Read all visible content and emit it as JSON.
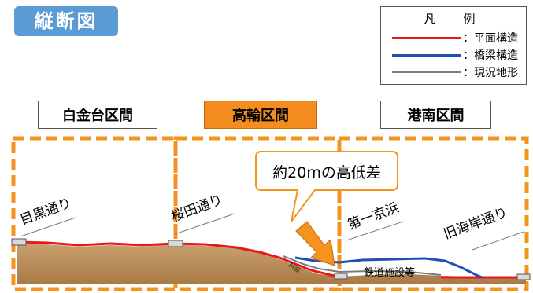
{
  "title": "縦断図",
  "legend": {
    "heading": "凡　例",
    "items": [
      {
        "label": "：平面構造",
        "color": "#e8171b"
      },
      {
        "label": "：橋梁構造",
        "color": "#1f4fb5"
      },
      {
        "label": "：現況地形",
        "color": "#7a7a7a"
      }
    ]
  },
  "sections": [
    {
      "label": "白金台区間",
      "active": false
    },
    {
      "label": "高輪区間",
      "active": true
    },
    {
      "label": "港南区間",
      "active": false
    }
  ],
  "callout": "約20mの高低差",
  "landmarks": {
    "meguro": "目黒通り",
    "sakurada": "桜田通り",
    "daiichi_keihin": "第一京浜",
    "kyu_kaigan": "旧海岸通り"
  },
  "facility_label": "鉄道施設等",
  "slope_label": "斜面",
  "colors": {
    "accent_orange": "#f5931f",
    "title_blue": "#5b9bd5",
    "terrain_fill": "#c69c6d"
  }
}
